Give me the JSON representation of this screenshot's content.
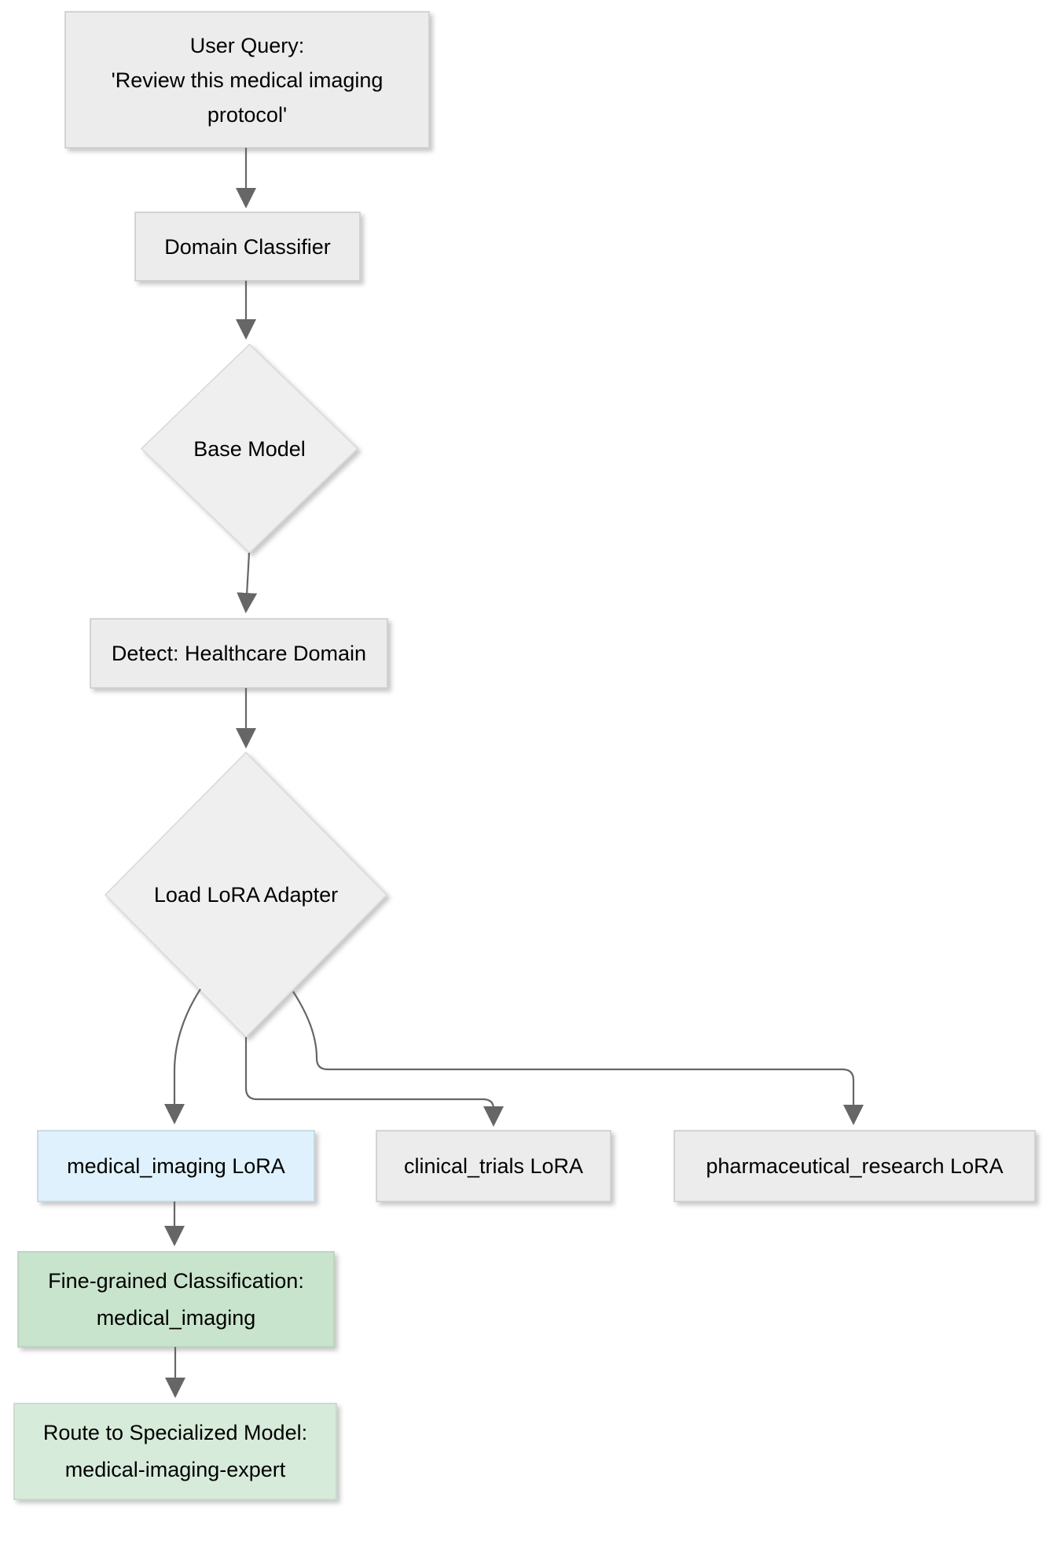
{
  "diagram": {
    "type": "flowchart",
    "direction": "top-down",
    "nodes": {
      "user_query": {
        "shape": "rect",
        "lines": [
          "User Query:",
          "'Review this medical imaging",
          "protocol'"
        ],
        "fill": "#ececec",
        "border": "#cccccc"
      },
      "domain_classifier": {
        "shape": "rect",
        "lines": [
          "Domain Classifier"
        ],
        "fill": "#ececec",
        "border": "#cccccc"
      },
      "base_model": {
        "shape": "diamond",
        "lines": [
          "Base Model"
        ],
        "fill": "#efefef",
        "border": "#d9d9d9"
      },
      "detect_healthcare": {
        "shape": "rect",
        "lines": [
          "Detect: Healthcare Domain"
        ],
        "fill": "#ececec",
        "border": "#cccccc"
      },
      "load_lora_adapter": {
        "shape": "diamond",
        "lines": [
          "Load LoRA Adapter"
        ],
        "fill": "#efefef",
        "border": "#d9d9d9"
      },
      "medical_imaging_lora": {
        "shape": "rect",
        "lines": [
          "medical_imaging LoRA"
        ],
        "fill": "#dff1fc",
        "border": "#c2d4dc"
      },
      "clinical_trials_lora": {
        "shape": "rect",
        "lines": [
          "clinical_trials LoRA"
        ],
        "fill": "#ececec",
        "border": "#cccccc"
      },
      "pharmaceutical_research_lora": {
        "shape": "rect",
        "lines": [
          "pharmaceutical_research LoRA"
        ],
        "fill": "#ececec",
        "border": "#cccccc"
      },
      "fine_grained_classification": {
        "shape": "rect",
        "lines": [
          "Fine-grained Classification:",
          "medical_imaging"
        ],
        "fill": "#c8e4cc",
        "border": "#b9cdbd"
      },
      "route_specialized_model": {
        "shape": "rect",
        "lines": [
          "Route to Specialized Model:",
          "medical-imaging-expert"
        ],
        "fill": "#d7ebda",
        "border": "#c4d6c7"
      }
    },
    "edges": [
      {
        "from": "user_query",
        "to": "domain_classifier"
      },
      {
        "from": "domain_classifier",
        "to": "base_model"
      },
      {
        "from": "base_model",
        "to": "detect_healthcare"
      },
      {
        "from": "detect_healthcare",
        "to": "load_lora_adapter"
      },
      {
        "from": "load_lora_adapter",
        "to": "medical_imaging_lora"
      },
      {
        "from": "load_lora_adapter",
        "to": "clinical_trials_lora"
      },
      {
        "from": "load_lora_adapter",
        "to": "pharmaceutical_research_lora"
      },
      {
        "from": "medical_imaging_lora",
        "to": "fine_grained_classification"
      },
      {
        "from": "fine_grained_classification",
        "to": "route_specialized_model"
      }
    ],
    "colors": {
      "edge": "#666666",
      "arrowhead": "#666666",
      "text": "#000000",
      "background": "#ffffff"
    }
  }
}
